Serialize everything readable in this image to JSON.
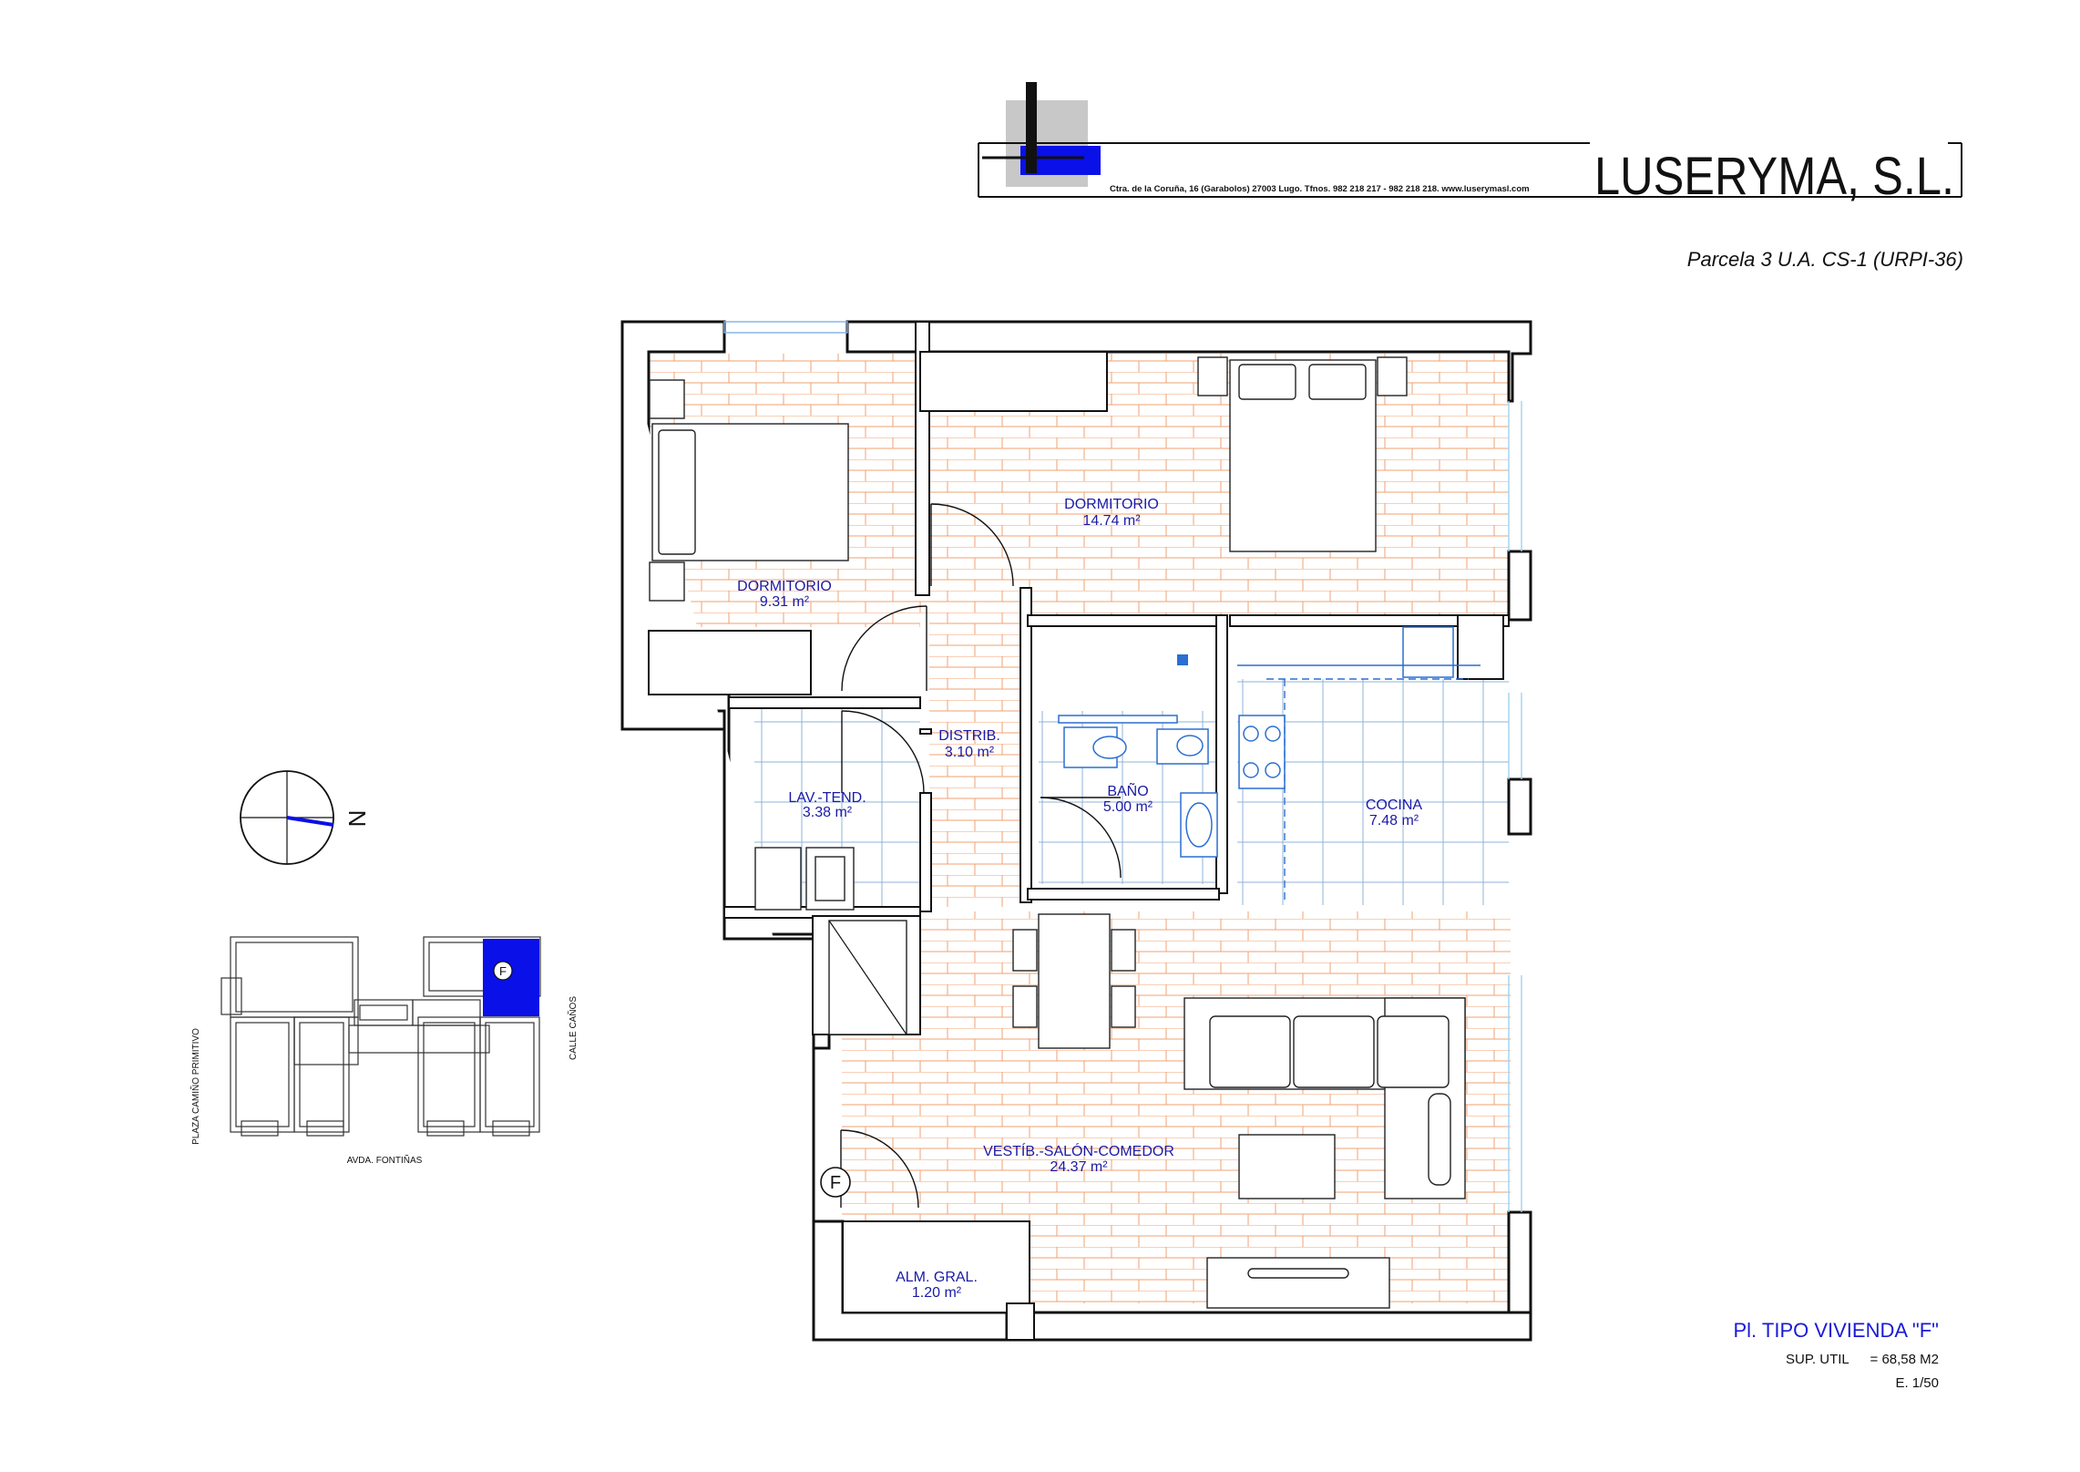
{
  "company": {
    "name": "LUSERYMA, S.L.",
    "address": "Ctra. de la Coruña, 16 (Garabolos) 27003 Lugo. Tfnos. 982 218 217 - 982 218 218. www.luserymasl.com",
    "brand_color": "#0a10e8"
  },
  "project": {
    "parcel": "Parcela 3 U.A. CS-1 (URPI-36)"
  },
  "rooms": {
    "dormitorio_1": {
      "name": "DORMITORIO",
      "area": "9.31  m²"
    },
    "dormitorio_2": {
      "name": "DORMITORIO",
      "area": "14.74 m²"
    },
    "distrib": {
      "name": "DISTRIB.",
      "area": "3.10  m²"
    },
    "lav_tend": {
      "name": "LAV.-TEND.",
      "area": "3.38  m²"
    },
    "bano": {
      "name": "BAÑO",
      "area": "5.00  m²"
    },
    "cocina": {
      "name": "COCINA",
      "area": "7.48  m²"
    },
    "salon": {
      "name": "VESTÍB.-SALÓN-COMEDOR",
      "area": "24.37 m²"
    },
    "almacen": {
      "name": "ALM. GRAL.",
      "area": "1.20  m²"
    }
  },
  "entrance_marker": "F",
  "compass": {
    "north_label": "N"
  },
  "location_map": {
    "unit_marker": "F",
    "street_left": "PLAZA CAMIÑO PRIMITIVO",
    "street_right": "CALLE CAÑOS",
    "street_bottom": "AVDA. FONTIÑAS",
    "highlight_color": "#0a10e8"
  },
  "info": {
    "title": "Pl. TIPO VIVIENDA \"F\"",
    "surface_label": "SUP. UTIL",
    "surface_value": "= 68,58 M2",
    "scale": "E. 1/50",
    "title_color": "#1a1ad6"
  }
}
